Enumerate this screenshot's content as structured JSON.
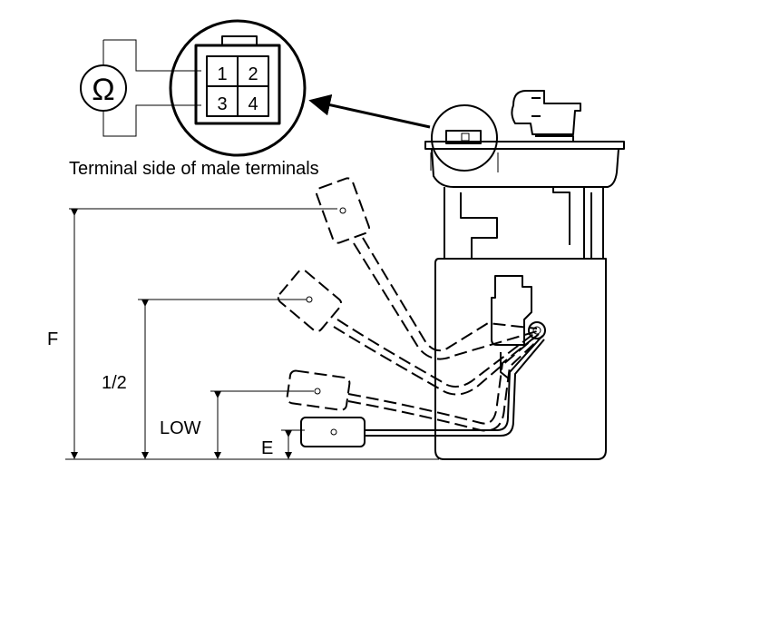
{
  "connector": {
    "ohm_symbol": "Ω",
    "pins": [
      "1",
      "2",
      "3",
      "4"
    ],
    "caption": "Terminal side of male terminals"
  },
  "levels": {
    "full": "F",
    "half": "1/2",
    "low": "LOW",
    "empty": "E"
  }
}
